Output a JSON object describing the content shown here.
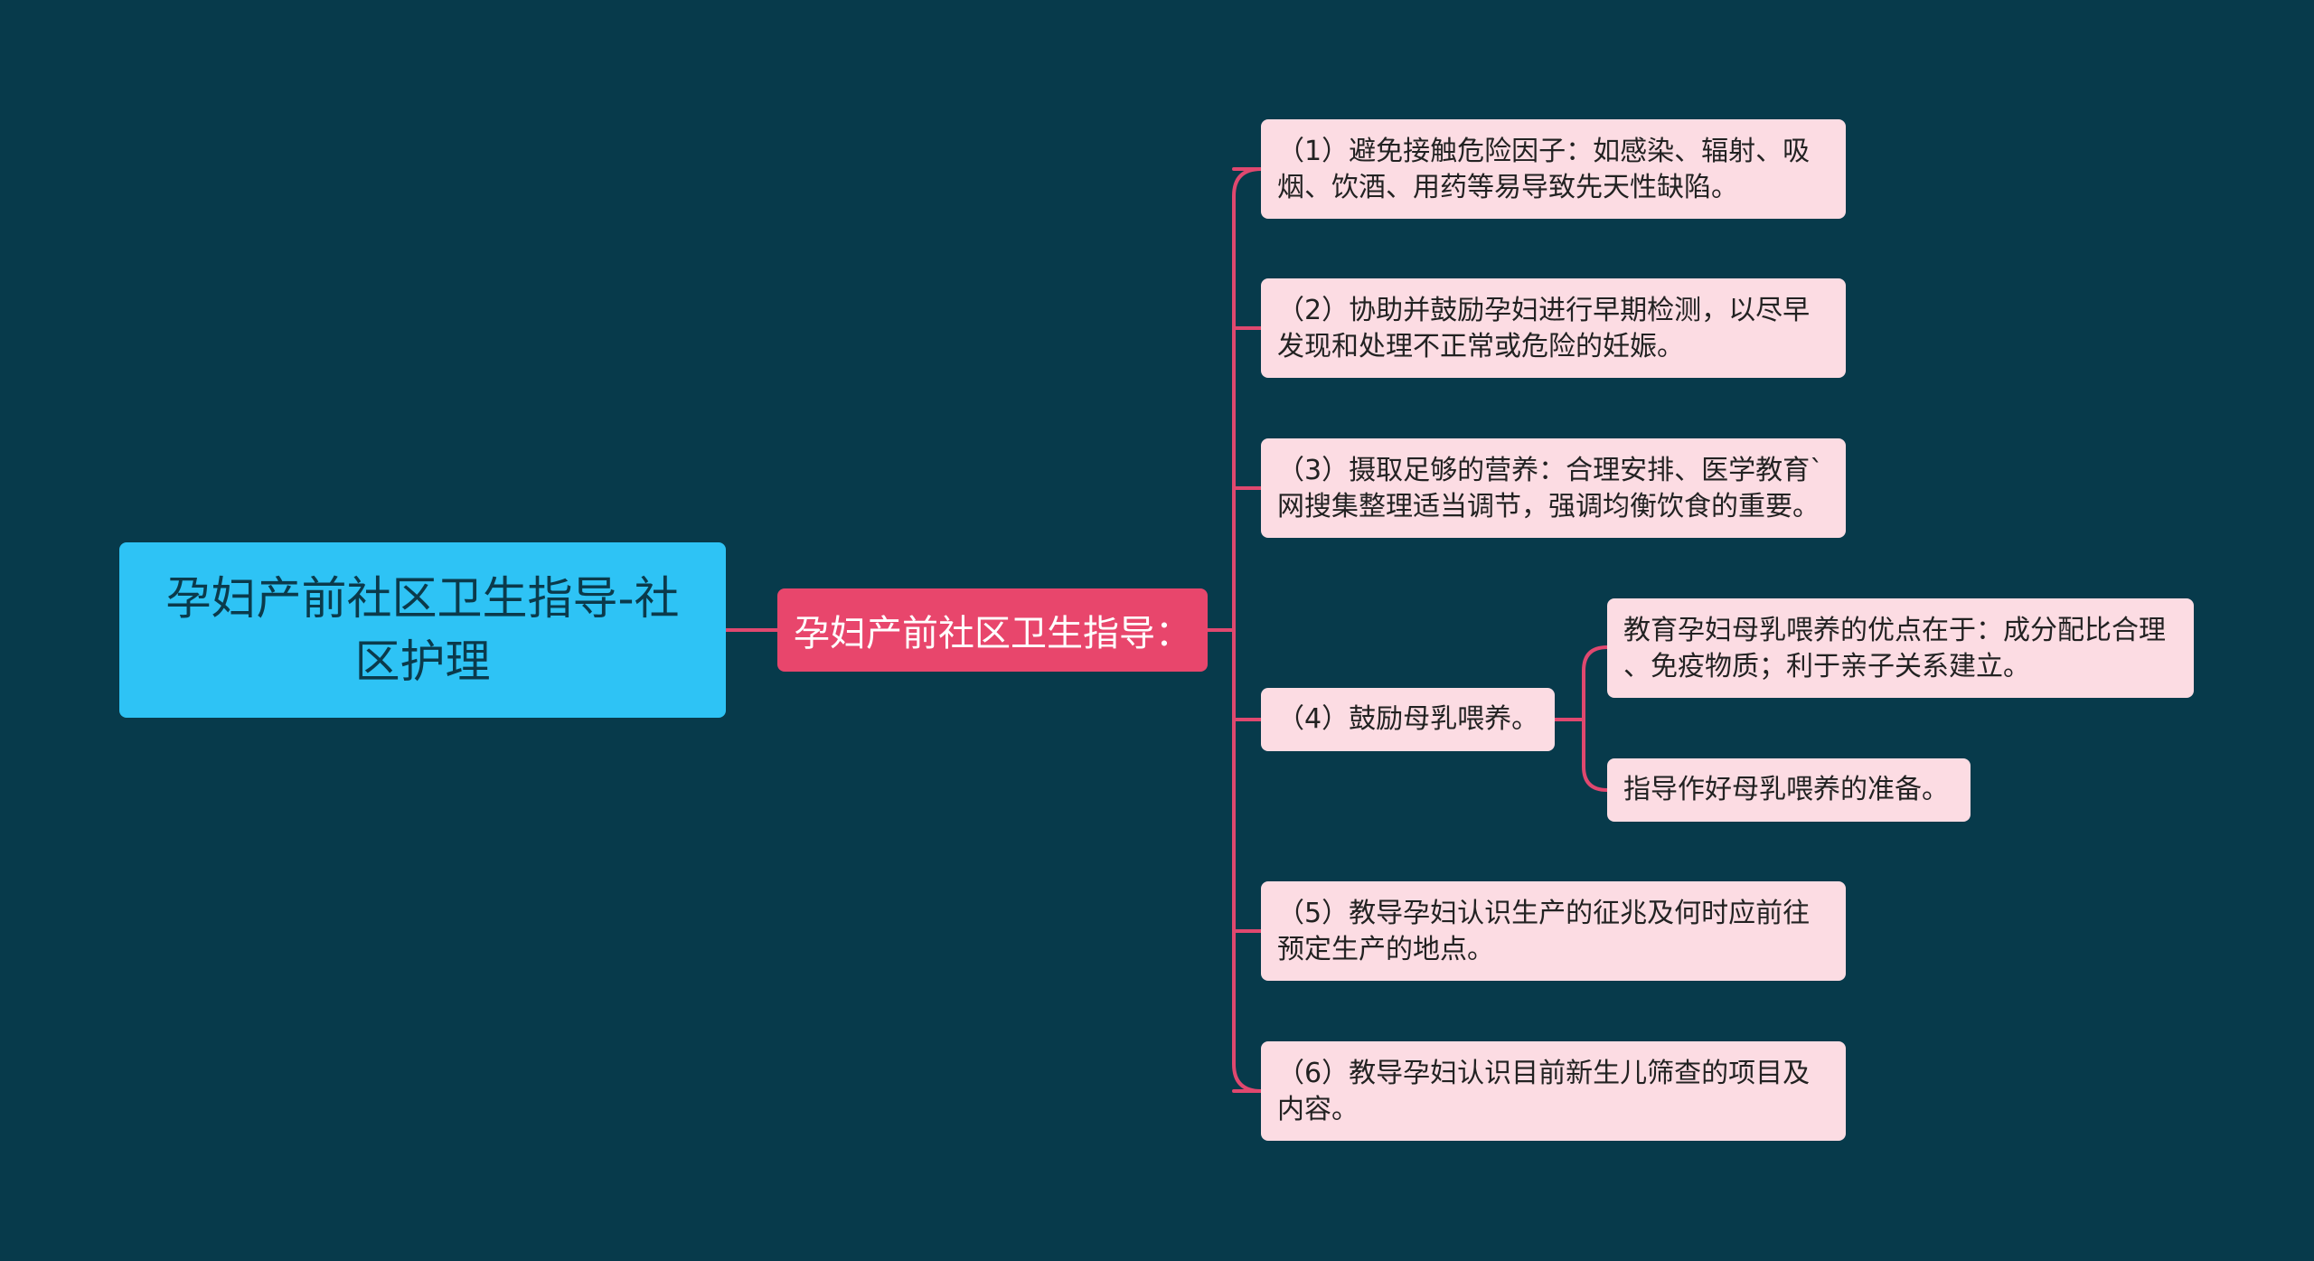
{
  "colors": {
    "background": "#073a4b",
    "root_fill": "#2ec3f5",
    "branch_fill": "#e8466c",
    "leaf_fill": "#fcdce3",
    "connector": "#e0486f"
  },
  "root": {
    "lines": [
      "孕妇产前社区卫生指导-社",
      "区护理"
    ]
  },
  "branch": {
    "label": "孕妇产前社区卫生指导："
  },
  "items": [
    {
      "lines": [
        "（1）避免接触危险因子：如感染、辐射、吸",
        "烟、饮酒、用药等易导致先天性缺陷。"
      ]
    },
    {
      "lines": [
        "（2）协助并鼓励孕妇进行早期检测，以尽早",
        "发现和处理不正常或危险的妊娠。"
      ]
    },
    {
      "lines": [
        "（3）摄取足够的营养：合理安排、医学教育`",
        "网搜集整理适当调节，强调均衡饮食的重要。"
      ]
    },
    {
      "label": "（4）鼓励母乳喂养。",
      "children": [
        {
          "lines": [
            "教育孕妇母乳喂养的优点在于：成分配比合理",
            "、免疫物质；利于亲子关系建立。"
          ]
        },
        {
          "label": "指导作好母乳喂养的准备。"
        }
      ]
    },
    {
      "lines": [
        "（5）教导孕妇认识生产的征兆及何时应前往",
        "预定生产的地点。"
      ]
    },
    {
      "lines": [
        "（6）教导孕妇认识目前新生儿筛查的项目及",
        "内容。"
      ]
    }
  ]
}
